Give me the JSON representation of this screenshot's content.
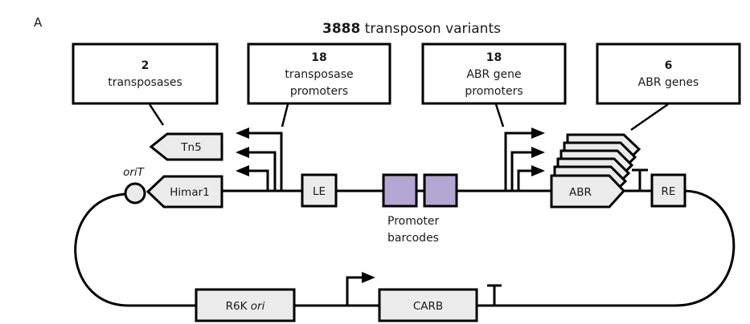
{
  "panel_label": "A",
  "title": {
    "count": "3888",
    "text": " transposon variants"
  },
  "callouts": [
    {
      "number": "2",
      "lines": [
        "transposases"
      ]
    },
    {
      "number": "18",
      "lines": [
        "transposase",
        "promoters"
      ]
    },
    {
      "number": "18",
      "lines": [
        "ABR gene",
        "promoters"
      ]
    },
    {
      "number": "6",
      "lines": [
        "ABR genes"
      ]
    }
  ],
  "parts": {
    "tn5": "Tn5",
    "himar1": "Himar1",
    "orit": "oriT",
    "le": "LE",
    "re": "RE",
    "abr": "ABR",
    "r6k_prefix": "R6K ",
    "r6k_italic": "ori",
    "carb": "CARB"
  },
  "barcodes": {
    "label_lines": [
      "Promoter",
      "barcodes"
    ],
    "count": 2,
    "color": "#b4a5d2"
  },
  "abr_stack_count": 6,
  "transposase_promoter_count_drawn": 3,
  "abr_promoter_count_drawn": 3,
  "colors": {
    "part_fill": "#ebebeb",
    "stroke": "#000000",
    "barcode": "#b4a5d2"
  }
}
